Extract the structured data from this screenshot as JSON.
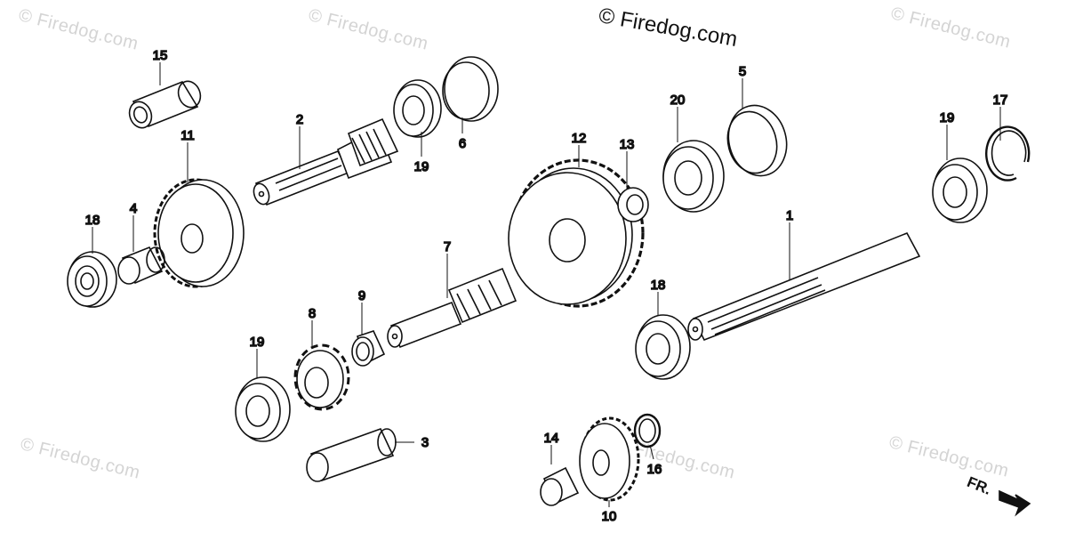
{
  "watermark_text": "© Firedog.com",
  "copyright_text": "© Firedog.com",
  "direction_label": "FR.",
  "callouts": [
    "15",
    "2",
    "11",
    "18",
    "4",
    "19",
    "6",
    "12",
    "13",
    "20",
    "5",
    "19",
    "17",
    "1",
    "7",
    "9",
    "8",
    "19",
    "18",
    "3",
    "14",
    "10",
    "16"
  ]
}
